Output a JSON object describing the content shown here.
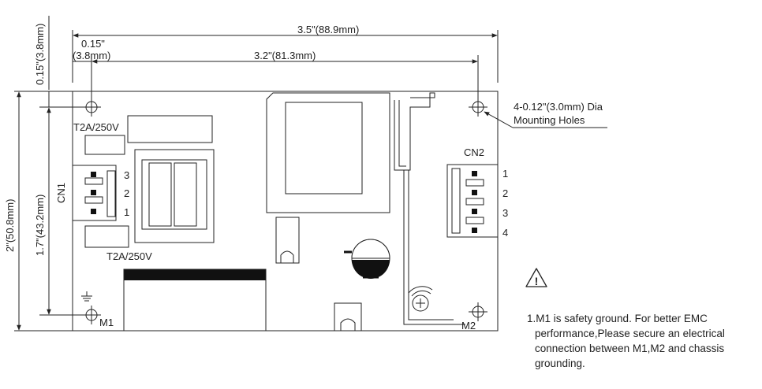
{
  "dimensions": {
    "overall_width": "3.5\"(88.9mm)",
    "hole_span_width": "3.2\"(81.3mm)",
    "left_offset_in": "0.15\"",
    "left_offset_mm": "(3.8mm)",
    "top_offset": "0.15\"(3.8mm)",
    "overall_height": "2\"(50.8mm)",
    "hole_span_height": "1.7\"(43.2mm)"
  },
  "mounting_note": {
    "line1": "4-0.12\"(3.0mm) Dia",
    "line2": "Mounting Holes"
  },
  "fuse_labels": {
    "top": "T2A/250V",
    "bottom": "T2A/250V"
  },
  "connectors": {
    "cn1": {
      "label": "CN1",
      "pins": [
        "3",
        "2",
        "1"
      ]
    },
    "cn2": {
      "label": "CN2",
      "pins": [
        "1",
        "2",
        "3",
        "4"
      ]
    }
  },
  "ground_marks": {
    "m1": "M1",
    "m2": "M2"
  },
  "warning": {
    "symbol": "!",
    "note_lines": [
      "1.M1 is safety ground. For better EMC",
      "performance,Please secure an electrical",
      "connection between M1,M2 and chassis",
      "grounding."
    ]
  }
}
